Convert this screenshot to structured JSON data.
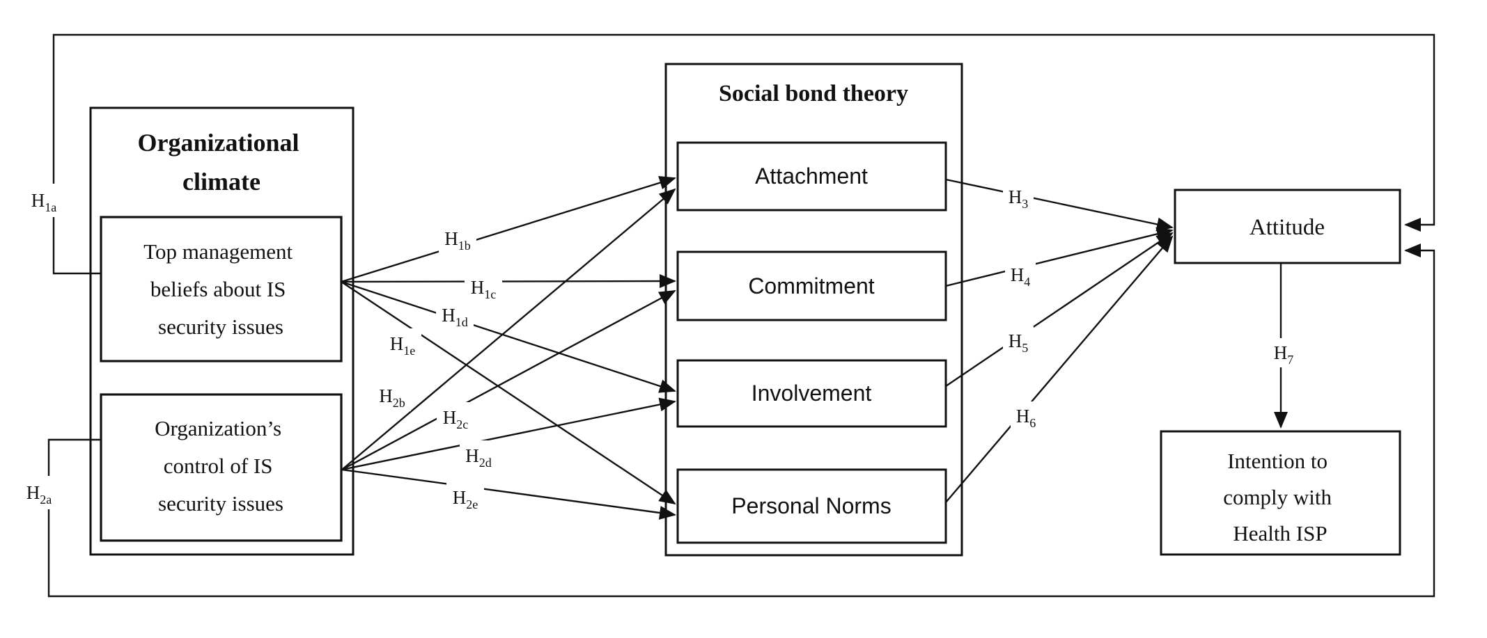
{
  "page": {
    "background": "#ffffff",
    "line_color": "#111111"
  },
  "org_climate": {
    "title": [
      "Organizational",
      "climate"
    ]
  },
  "top_management": {
    "lines": [
      "Top management",
      "beliefs about IS",
      "security issues"
    ]
  },
  "org_control": {
    "lines": [
      "Organization’s",
      "control of IS",
      "security issues"
    ]
  },
  "social_bond": {
    "title": "Social bond theory",
    "constructs": [
      "Attachment",
      "Commitment",
      "Involvement",
      "Personal Norms"
    ]
  },
  "attitude": {
    "label": "Attitude"
  },
  "intention": {
    "lines": [
      "Intention to",
      "comply with",
      "Health ISP"
    ]
  },
  "hypotheses": {
    "h1a": {
      "main": "H",
      "sub": "1a"
    },
    "h1b": {
      "main": "H",
      "sub": "1b"
    },
    "h1c": {
      "main": "H",
      "sub": "1c"
    },
    "h1d": {
      "main": "H",
      "sub": "1d"
    },
    "h1e": {
      "main": "H",
      "sub": "1e"
    },
    "h2a": {
      "main": "H",
      "sub": "2a"
    },
    "h2b": {
      "main": "H",
      "sub": "2b"
    },
    "h2c": {
      "main": "H",
      "sub": "2c"
    },
    "h2d": {
      "main": "H",
      "sub": "2d"
    },
    "h2e": {
      "main": "H",
      "sub": "2e"
    },
    "h3": {
      "main": "H",
      "sub": "3"
    },
    "h4": {
      "main": "H",
      "sub": "4"
    },
    "h5": {
      "main": "H",
      "sub": "5"
    },
    "h6": {
      "main": "H",
      "sub": "6"
    },
    "h7": {
      "main": "H",
      "sub": "7"
    }
  }
}
